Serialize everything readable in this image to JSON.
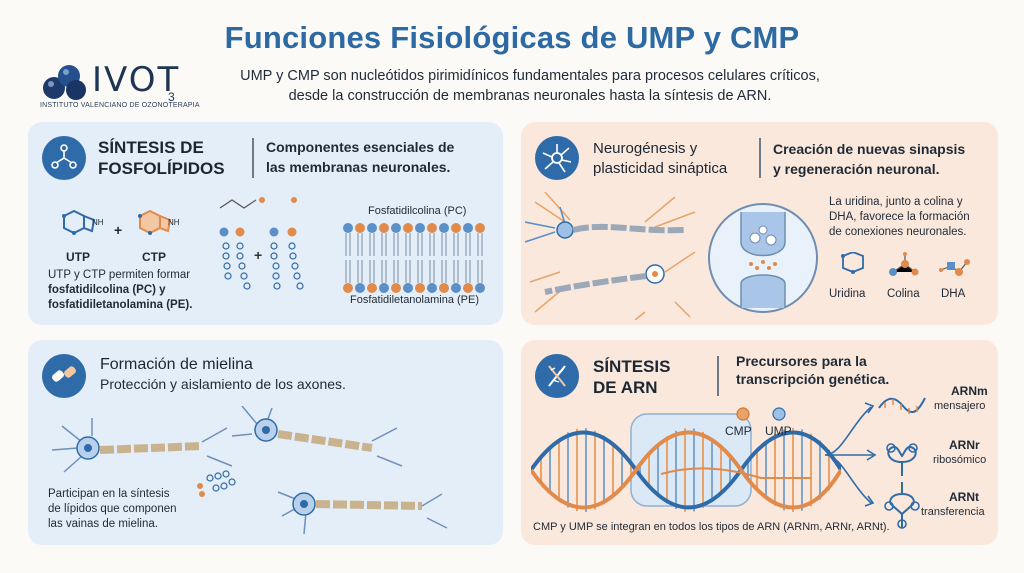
{
  "header": {
    "title": "Funciones Fisiológicas de UMP y CMP",
    "subtitle_line1": "UMP y CMP son nucleótidos pirimidínicos fundamentales para procesos celulares críticos,",
    "subtitle_line2": "desde la construcción de membranas neuronales hasta la síntesis de ARN."
  },
  "logo": {
    "name": "IVOT",
    "subscript": "3",
    "tagline": "INSTITUTO VALENCIANO DE OZONOTERAPIA"
  },
  "panel_phospholipids": {
    "title_line1": "SÍNTESIS DE",
    "title_line2": "FOSFOLÍPIDOS",
    "desc_line1": "Componentes esenciales de",
    "desc_line2": "las membranas neuronales.",
    "utp_label": "UTP",
    "ctp_label": "CTP",
    "plus": "+",
    "nh_label": "NH",
    "body_line1": "UTP y CTP permiten formar",
    "body_line2": "fosfatidilcolina (PC) y",
    "body_line3": "fosfatidiletanolamina (PE).",
    "pc_label": "Fosfatidilcolina (PC)",
    "pe_label": "Fosfatidiletanolamina (PE)"
  },
  "panel_neurogenesis": {
    "title_line1": "Neurogénesis y",
    "title_line2": "plasticidad sináptica",
    "desc_line1": "Creación de nuevas sinapsis",
    "desc_line2": "y regeneración neuronal.",
    "body_line1": "La uridina, junto a colina y",
    "body_line2": "DHA, favorece la formación",
    "body_line3": "de conexiones neuronales.",
    "uridina": "Uridina",
    "colina": "Colina",
    "dha": "DHA"
  },
  "panel_myelin": {
    "title": "Formación de mielina",
    "subtitle": "Protección y aislamiento de los axones.",
    "body_line1": "Participan en la síntesis",
    "body_line2": "de lípidos que componen",
    "body_line3": "las vainas de mielina."
  },
  "panel_rna": {
    "title_line1": "SÍNTESIS",
    "title_line2": "DE ARN",
    "desc_line1": "Precursores para la",
    "desc_line2": "transcripción genética.",
    "cmp": "CMP",
    "ump": "UMP",
    "arnm": "ARNm",
    "arnm_sub": "mensajero",
    "arnr": "ARNr",
    "arnr_sub": "ribosómico",
    "arnt": "ARNt",
    "arnt_sub": "transferencia",
    "footer": "CMP y UMP se integran en todos los tipos de ARN (ARNm, ARNr, ARNt)."
  },
  "colors": {
    "title_blue": "#2d6aa3",
    "panel_blue": "#e4eef8",
    "panel_peach": "#fae8dc",
    "icon_blue": "#2f6ba8",
    "accent_orange": "#e08a4c",
    "accent_blue": "#5b8fc6"
  }
}
